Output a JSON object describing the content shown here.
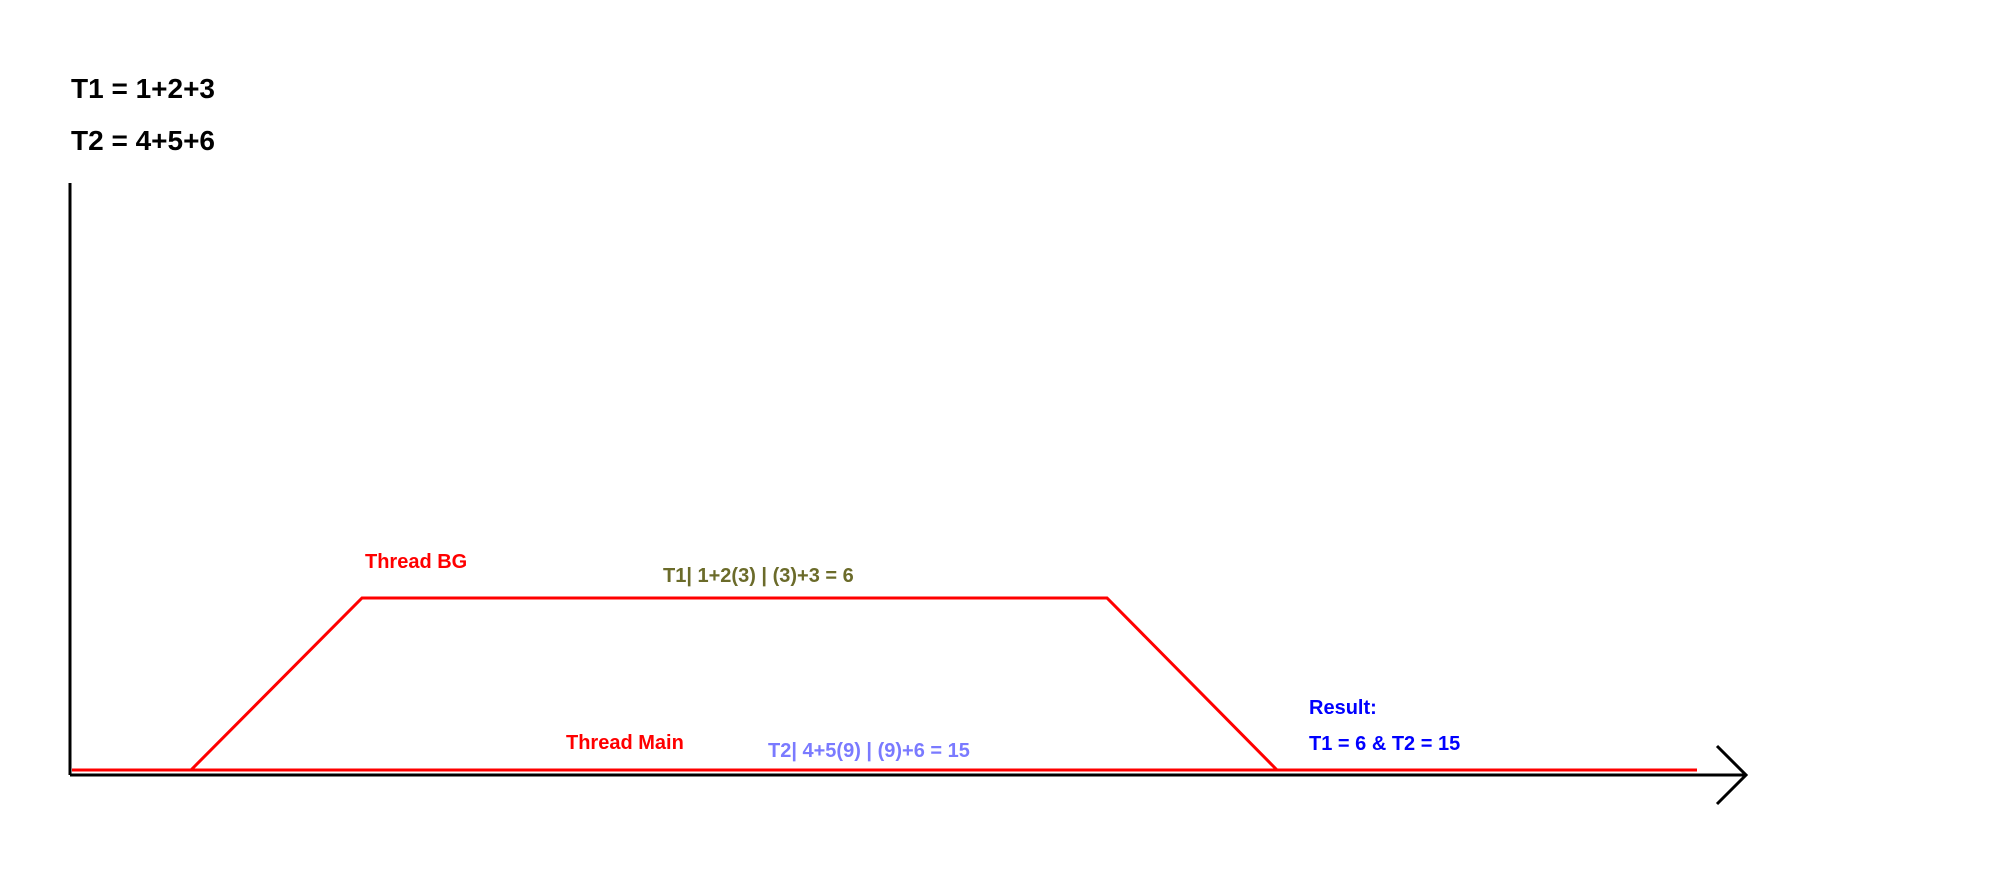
{
  "definitions": {
    "t1": "T1 = 1+2+3",
    "t2": "T2 = 4+5+6"
  },
  "labels": {
    "thread_bg": "Thread BG",
    "thread_main": "Thread Main",
    "t1_calc": "T1| 1+2(3) | (3)+3 = 6",
    "t2_calc": "T2| 4+5(9) | (9)+6 = 15",
    "result_title": "Result:",
    "result_value": "T1 = 6 & T2 = 15"
  },
  "colors": {
    "thread_line": "#ff0000",
    "t1_label": "#6b6b2a",
    "t2_label": "#7a7aff",
    "result": "#0000ff",
    "axis": "#000000"
  }
}
